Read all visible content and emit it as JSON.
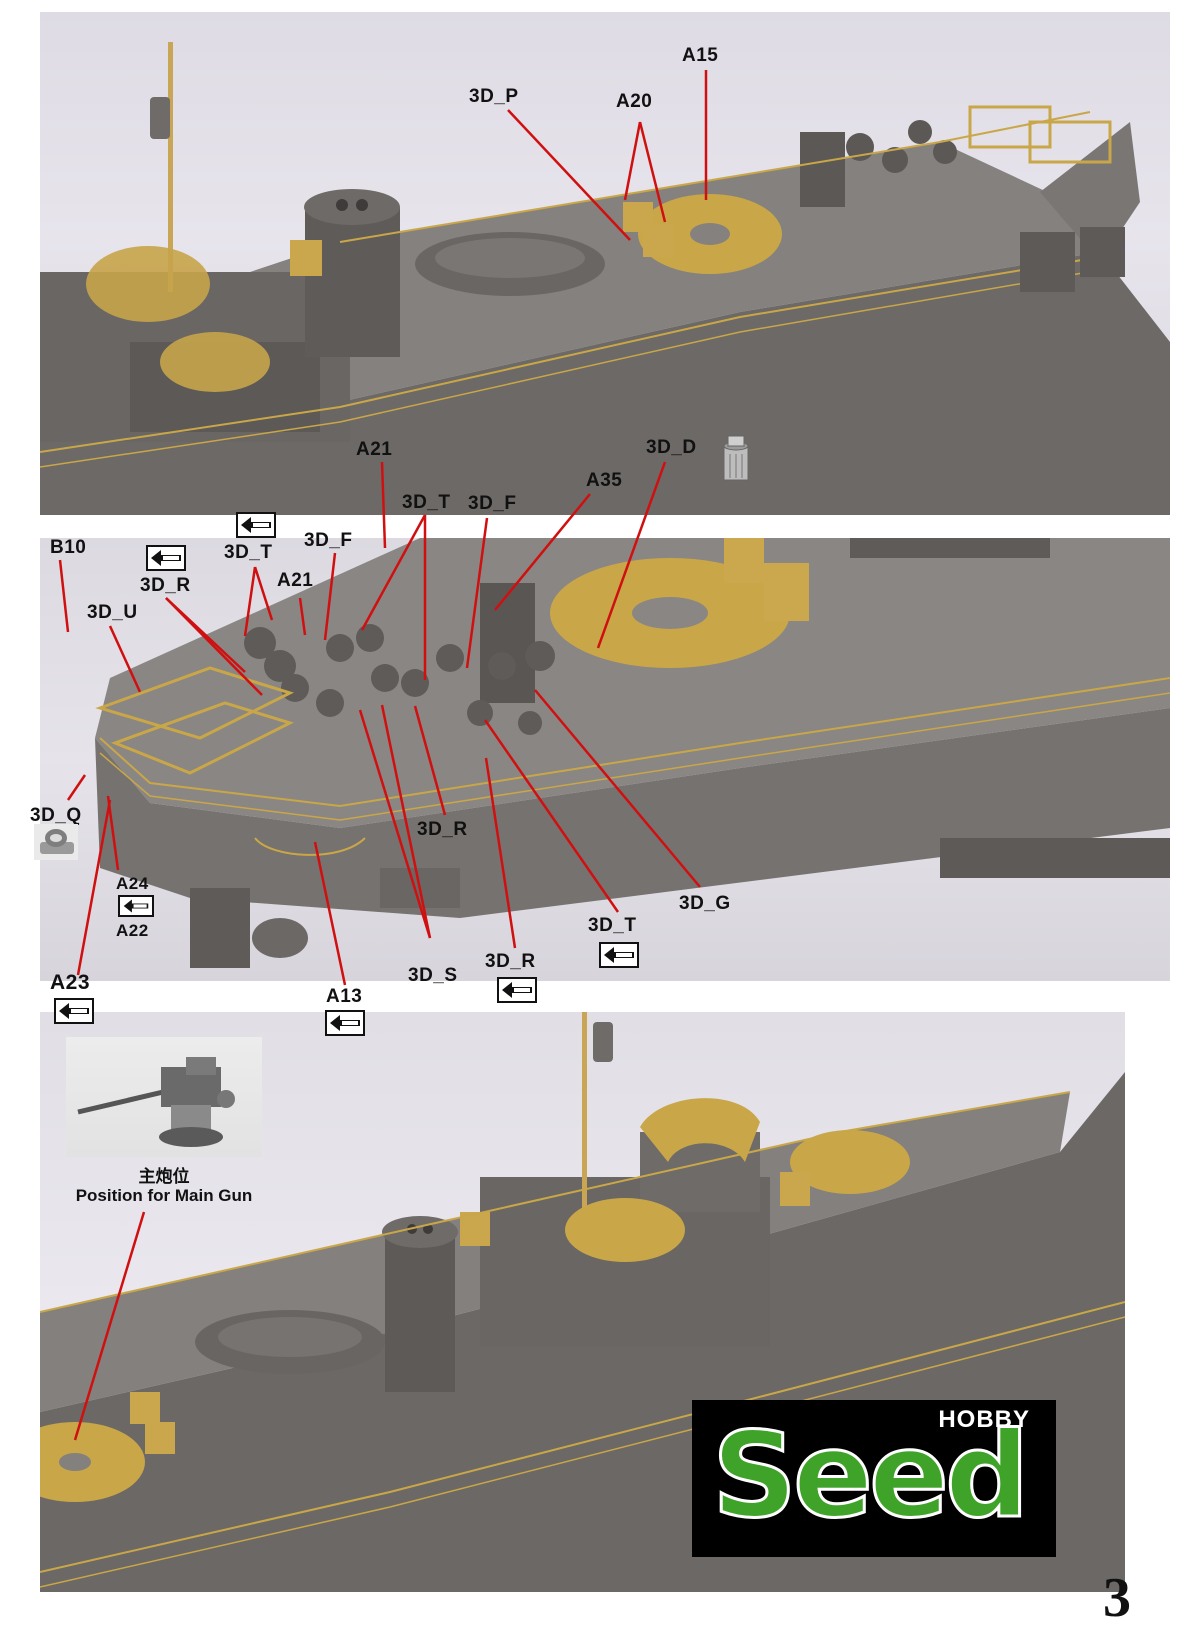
{
  "callouts": {
    "top": {
      "p3d_p": "3D_P",
      "a20": "A20",
      "a15": "A15",
      "a21": "A21",
      "p3d_d": "3D_D"
    },
    "middle": {
      "b10": "B10",
      "p3d_r_a": "3D_R",
      "p3d_t_a": "3D_T",
      "p3d_f_a": "3D_F",
      "a21": "A21",
      "p3d_u": "3D_U",
      "p3d_t_b": "3D_T",
      "p3d_f_b": "3D_F",
      "a35": "A35",
      "p3d_q": "3D_Q",
      "a24": "A24",
      "a22": "A22",
      "p3d_r_b": "3D_R",
      "p3d_g": "3D_G",
      "p3d_t_c": "3D_T",
      "p3d_s": "3D_S",
      "p3d_r_c": "3D_R",
      "a23": "A23",
      "a13": "A13"
    }
  },
  "main_gun": {
    "title_cn": "主炮位",
    "title_en": "Position for Main Gun"
  },
  "logo": {
    "hobby": "HOBBY",
    "brand": "Seed"
  },
  "page_number": "3",
  "colors": {
    "hull": "#6e6a68",
    "deck": "#807c79",
    "brass": "#c9a748",
    "leader": "#d01010"
  }
}
